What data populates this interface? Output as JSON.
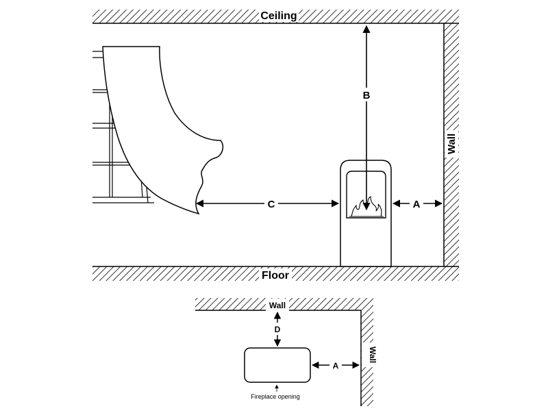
{
  "side_view": {
    "ceiling_label": "Ceiling",
    "floor_label": "Floor",
    "wall_label": "Wall",
    "dim_a_label": "A",
    "dim_b_label": "B",
    "dim_c_label": "C"
  },
  "top_view": {
    "wall_top_label": "Wall",
    "wall_right_label": "Wall",
    "dim_d_label": "D",
    "dim_a_label": "A",
    "opening_caption": "Fireplace opening"
  }
}
